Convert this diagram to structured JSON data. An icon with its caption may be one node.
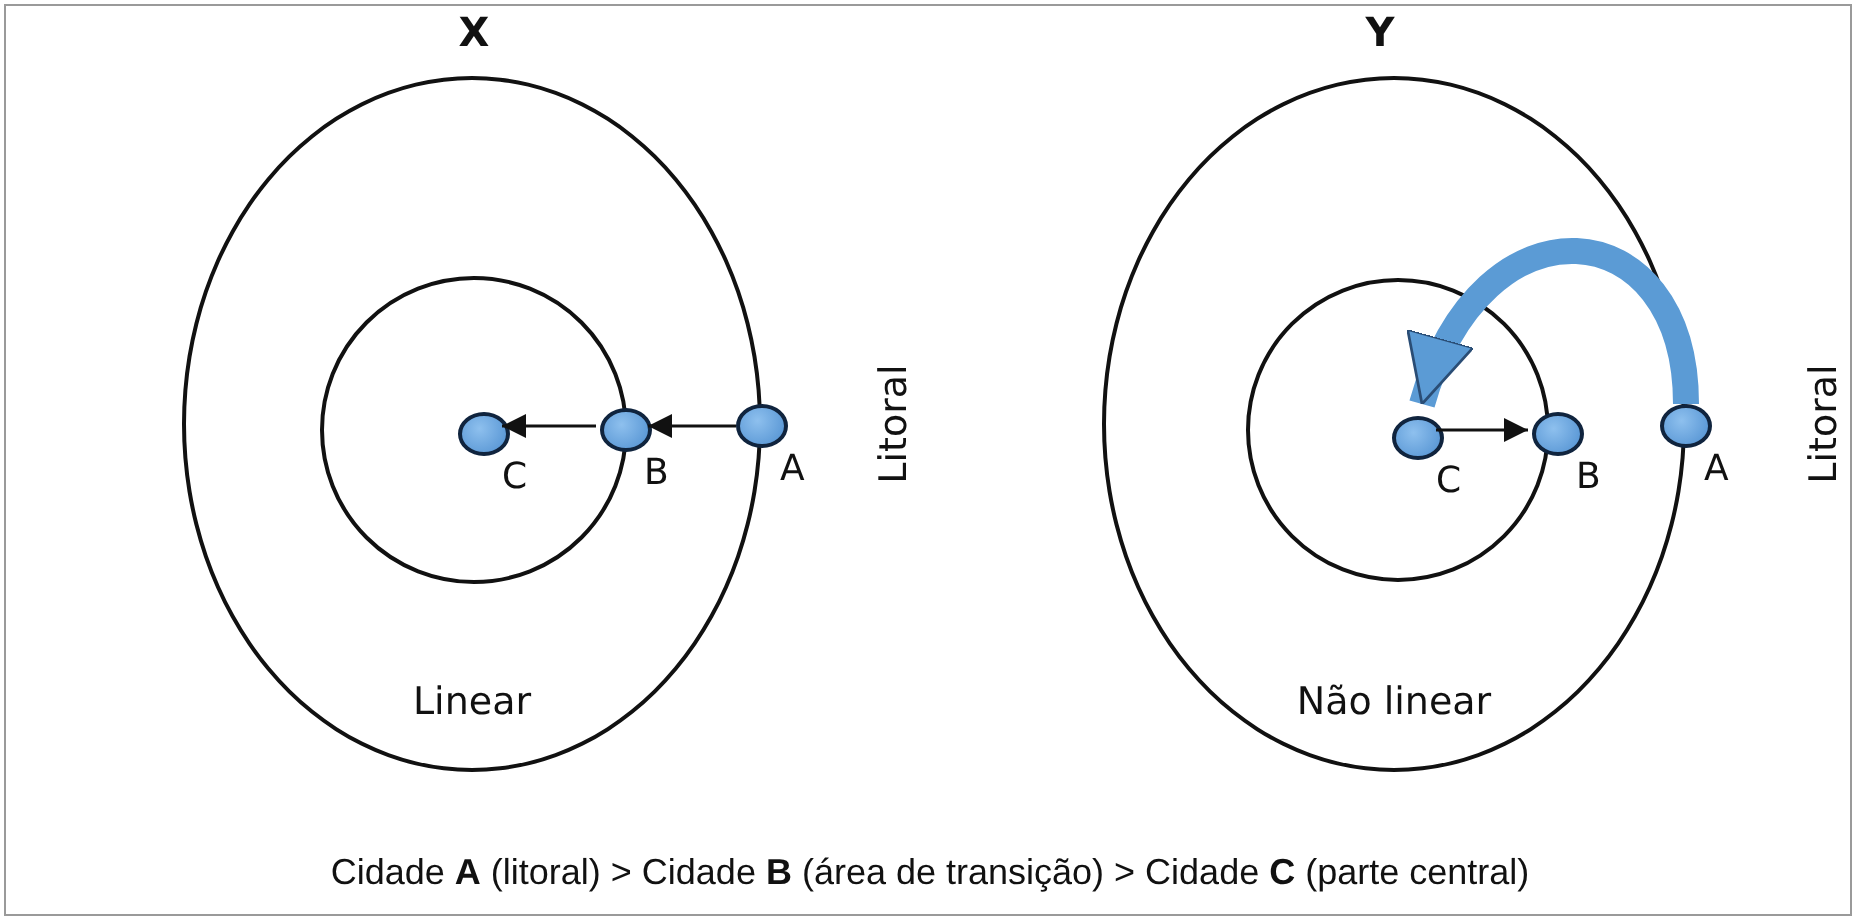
{
  "diagram": {
    "caption": "Cidade **A** (litoral) > Cidade **B** (área de transição) > Cidade **C** (parte central)",
    "nodes": [
      {
        "text": [
          "Linear"
        ]
      },
      {
        "text": [],
        "shape": "circle",
        "in": 0
      },
      {
        "text": [],
        "shape": "circle",
        "in": 1,
        "beside": [
          "C"
        ]
      },
      {
        "text": [],
        "shape": "circle",
        "in": 0,
        "beside": [
          "B"
        ]
      },
      {
        "text": [],
        "shape": "circle",
        "beside": [
          "A"
        ]
      },
      {
        "text": [
          "Não linear"
        ]
      },
      {
        "text": [],
        "shape": "circle",
        "in": 5
      },
      {
        "text": [],
        "shape": "circle",
        "in": 6,
        "beside": [
          "C"
        ]
      },
      {
        "text": [],
        "shape": "circle",
        "in": 5,
        "beside": [
          "B"
        ]
      },
      {
        "text": [],
        "shape": "circle",
        "beside": [
          "A"
        ]
      }
    ],
    "edges": [
      {
        "from": 4,
        "to": 3,
        "arrow": "to"
      },
      {
        "from": 3,
        "to": 2,
        "arrow": "to"
      },
      {
        "from": 9,
        "to": 7,
        "arrow": "to",
        "style": "thick",
        "color": "#5b9bd5"
      },
      {
        "from": 7,
        "to": 8,
        "arrow": "to"
      }
    ],
    "labels": [
      "X",
      "Litoral",
      "Y",
      "Litoral"
    ]
  }
}
